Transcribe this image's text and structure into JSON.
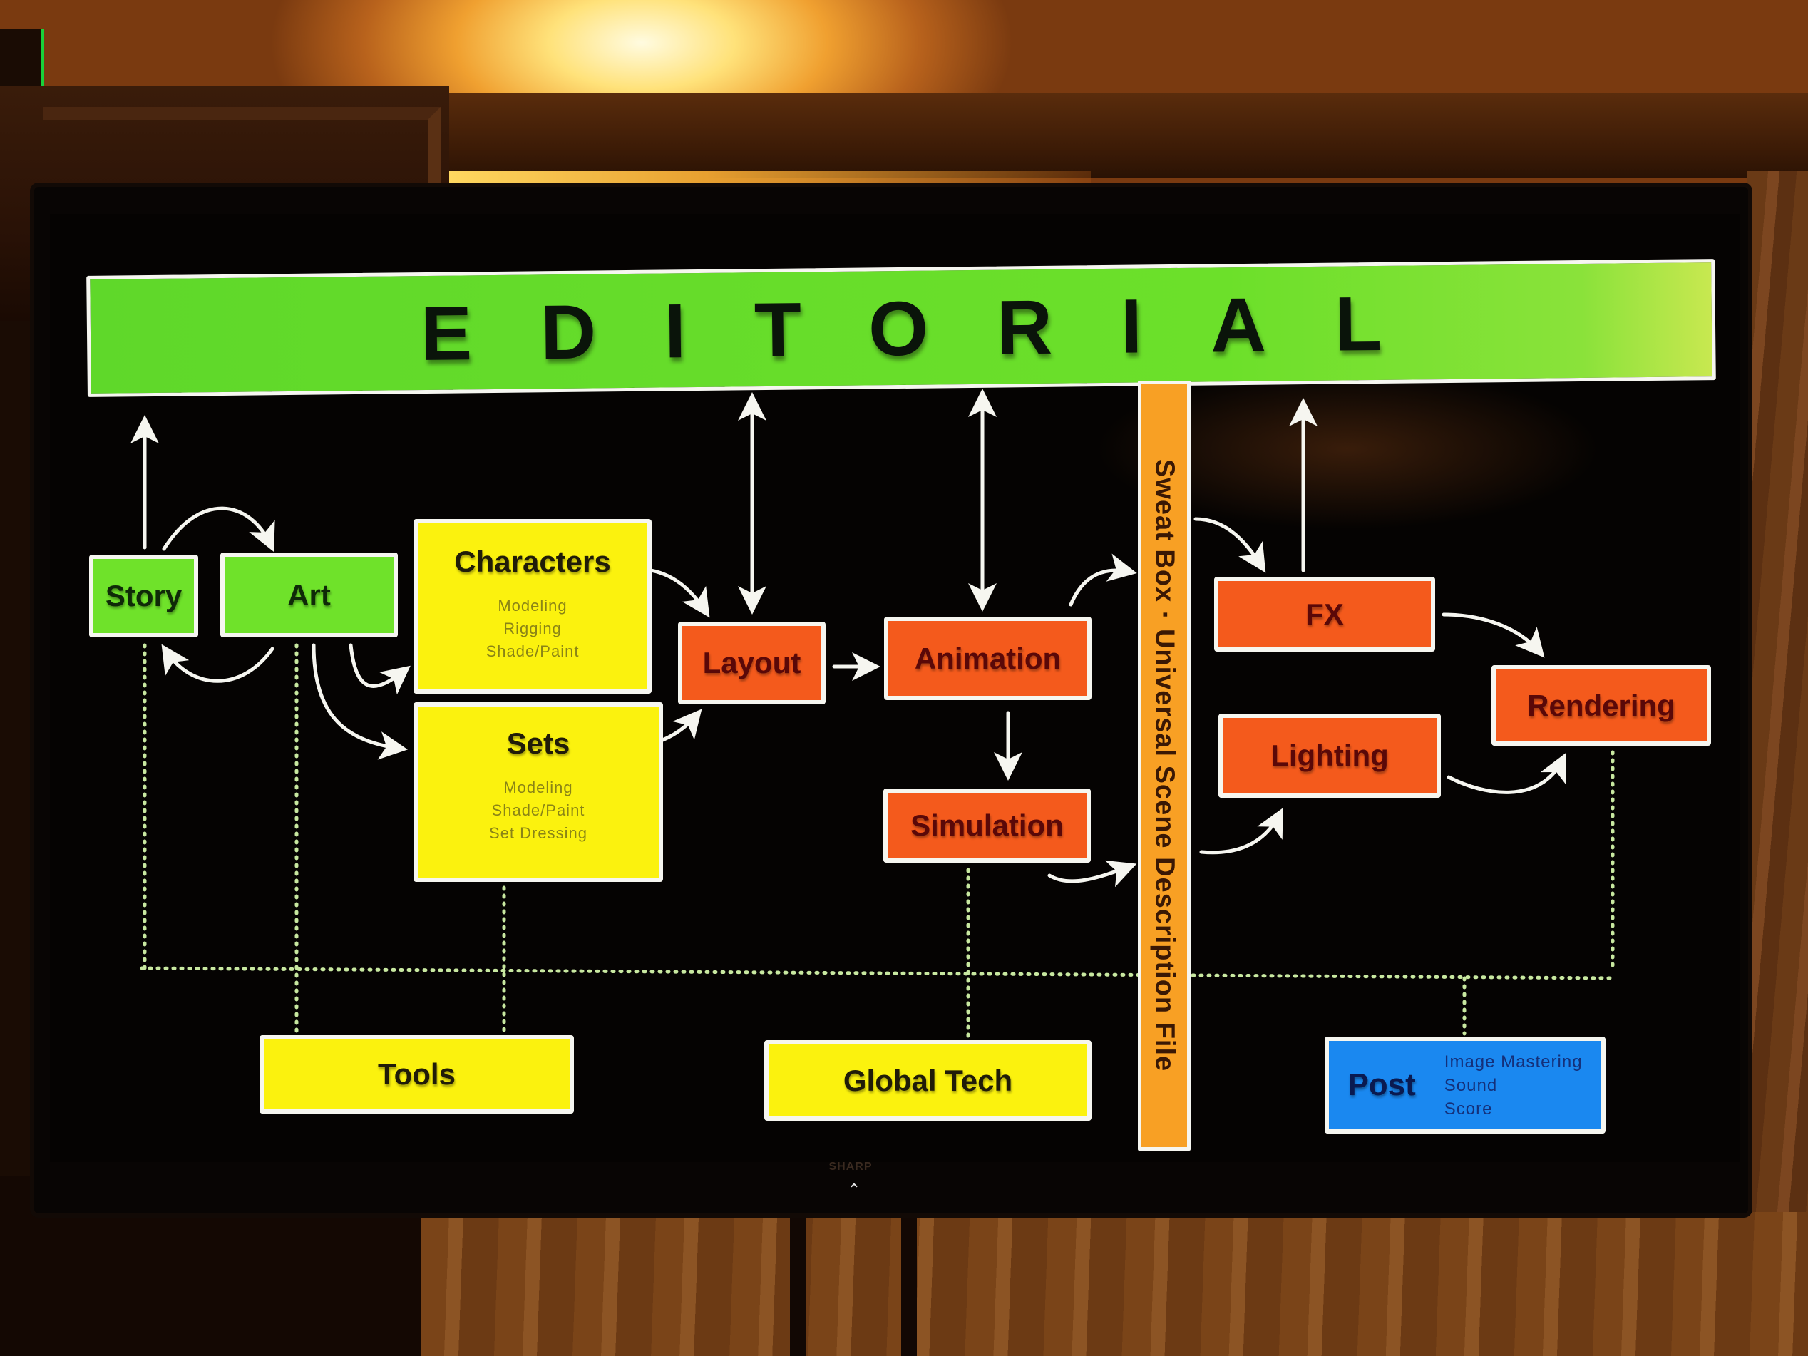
{
  "scene": {
    "description": "Photo of a wall-mounted TV displaying a production pipeline slide",
    "tv_brand": "SHARP"
  },
  "diagram": {
    "header": {
      "label": "EDITORIAL",
      "color": "#6fe22a"
    },
    "vertical_bar": {
      "label": "Sweat Box  ·  Universal Scene Description File",
      "parts": [
        "Sweat Box",
        "Universal Scene Description File"
      ],
      "color": "#f8a024"
    },
    "nodes": {
      "story": {
        "label": "Story",
        "color": "#6fe22a"
      },
      "art": {
        "label": "Art",
        "color": "#6fe22a"
      },
      "characters": {
        "label": "Characters",
        "subitems": [
          "Modeling",
          "Rigging",
          "Shade/Paint"
        ],
        "color": "#fbf20e"
      },
      "sets": {
        "label": "Sets",
        "subitems": [
          "Modeling",
          "Shade/Paint",
          "Set Dressing"
        ],
        "color": "#fbf20e"
      },
      "layout": {
        "label": "Layout",
        "color": "#f45a1c"
      },
      "animation": {
        "label": "Animation",
        "color": "#f45a1c"
      },
      "simulation": {
        "label": "Simulation",
        "color": "#f45a1c"
      },
      "fx": {
        "label": "FX",
        "color": "#f45a1c"
      },
      "lighting": {
        "label": "Lighting",
        "color": "#f45a1c"
      },
      "rendering": {
        "label": "Rendering",
        "color": "#f45a1c"
      },
      "tools": {
        "label": "Tools",
        "color": "#fbf20e"
      },
      "global_tech": {
        "label": "Global Tech",
        "color": "#fbf20e"
      },
      "post": {
        "label": "Post",
        "subitems": [
          "Image Mastering",
          "Sound",
          "Score"
        ],
        "color": "#1a88f0"
      }
    },
    "edges": [
      {
        "from": "story",
        "to": "editorial",
        "type": "arrow"
      },
      {
        "from": "story",
        "to": "art",
        "type": "curved-arrow"
      },
      {
        "from": "art",
        "to": "story",
        "type": "curved-arrow"
      },
      {
        "from": "art",
        "to": "characters",
        "type": "curved-arrow"
      },
      {
        "from": "art",
        "to": "sets",
        "type": "curved-arrow"
      },
      {
        "from": "characters",
        "to": "layout",
        "type": "curved-arrow"
      },
      {
        "from": "sets",
        "to": "layout",
        "type": "curved-arrow"
      },
      {
        "from": "layout",
        "to": "editorial",
        "type": "double-arrow"
      },
      {
        "from": "layout",
        "to": "animation",
        "type": "arrow"
      },
      {
        "from": "animation",
        "to": "editorial",
        "type": "double-arrow"
      },
      {
        "from": "animation",
        "to": "simulation",
        "type": "arrow"
      },
      {
        "from": "animation",
        "to": "sweat-box",
        "type": "curved-arrow"
      },
      {
        "from": "simulation",
        "to": "sweat-box",
        "type": "curved-arrow"
      },
      {
        "from": "sweat-box",
        "to": "fx",
        "type": "curved-arrow"
      },
      {
        "from": "sweat-box",
        "to": "lighting",
        "type": "curved-arrow"
      },
      {
        "from": "fx",
        "to": "editorial",
        "type": "arrow"
      },
      {
        "from": "fx",
        "to": "rendering",
        "type": "curved-arrow"
      },
      {
        "from": "lighting",
        "to": "rendering",
        "type": "curved-arrow"
      },
      {
        "from": "story",
        "to": "support-bus",
        "type": "dotted"
      },
      {
        "from": "art",
        "to": "tools",
        "type": "dotted"
      },
      {
        "from": "sets",
        "to": "tools",
        "type": "dotted"
      },
      {
        "from": "simulation",
        "to": "global_tech",
        "type": "dotted"
      },
      {
        "from": "rendering",
        "to": "support-bus",
        "type": "dotted"
      },
      {
        "from": "support-bus",
        "to": "post",
        "type": "dotted"
      }
    ]
  }
}
